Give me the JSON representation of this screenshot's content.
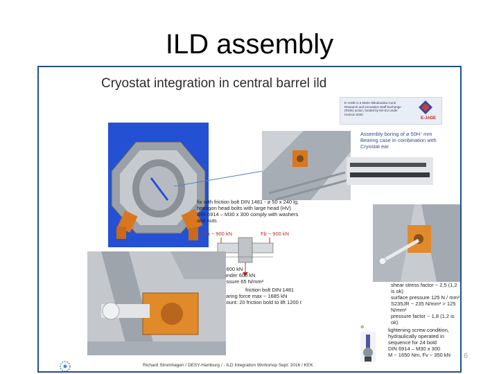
{
  "page": {
    "title": "ILD assembly",
    "page_number": "6"
  },
  "slide": {
    "title": "Cryostat integration in central barrel ild",
    "logo": {
      "tagline": "E-JADE is a Marie Skłodowska-Curie Research and Innovation Staff Exchange (RISE) action, funded by the EU under Horizon 2020",
      "name": "E-JADE"
    },
    "annotations": {
      "assembly_boring": [
        "Assembly boring of ⌀ 50H⁷ mm",
        "Bearing case in combination with",
        "Cryostat ear"
      ],
      "friction_bolt": [
        "fix with friction bolt DIN 1481 - ⌀ 50 x 240 lg,",
        "hexagon head bolts with large head (HV)",
        "DIN 6914 – M30 x 300 comply with washers",
        "and nuts"
      ],
      "forces": {
        "fa": "Fa ~ 900 kN",
        "fb": "Fb ~ 900 kN"
      },
      "fr_theory": [
        "Fr theory ~      600 kN",
        "Fr applied under 600 kN",
        "Surface pressure 65 N/mm²"
      ],
      "shearing": [
        "friction bolt DIN 1481",
        "shearing force max ~ 1685 kN",
        "Account: 20 friction bold to lift 1200 t"
      ],
      "stress": [
        "shear stress factor ~ 2,5 (1,2 is ok)",
        "surface pressure 125 N / mm²",
        "S235JR ~ 235 N/mm² > 125 N/mm²",
        "pressure factor ~ 1,8 (1,2 is ok)"
      ],
      "screw": [
        "lightening screw condition,",
        "hydraulically operated in",
        "sequence for 24 bold",
        "DIN 6914 – M30 x 300",
        "M ~ 1650 Nm, Fv ~ 350 kN"
      ]
    },
    "footer": "Richard Stromhagen / DESY-Hamburg / - ILD Integration Workshop Sept. 2016 / KEK"
  },
  "colors": {
    "frame_border": "#1f4e8c",
    "accent_orange": "#d9771f",
    "detector_blue": "#2b57d6",
    "annotation_blue": "#2b4d8a"
  }
}
